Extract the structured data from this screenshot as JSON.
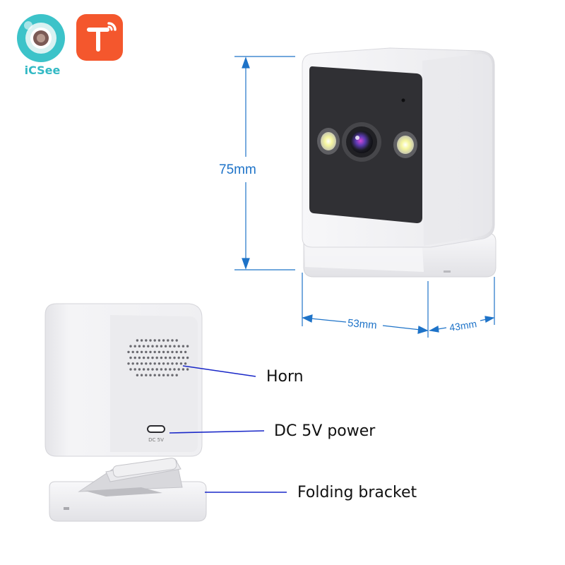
{
  "logos": {
    "icsee": {
      "label": "iCSee",
      "color": "#32b9c4"
    },
    "tuya": {
      "color": "#f4572d"
    }
  },
  "dimensions": {
    "height": "75mm",
    "width": "53mm",
    "depth": "43mm"
  },
  "callouts": {
    "horn": "Horn",
    "power": "DC 5V power",
    "bracket": "Folding bracket"
  },
  "camera_back": {
    "port_label": "DC 5V"
  },
  "colors": {
    "dimension_line": "#1e73c8",
    "callout_line": "#1a28c8",
    "camera_face": "#303034",
    "camera_body": "#f2f2f4"
  }
}
